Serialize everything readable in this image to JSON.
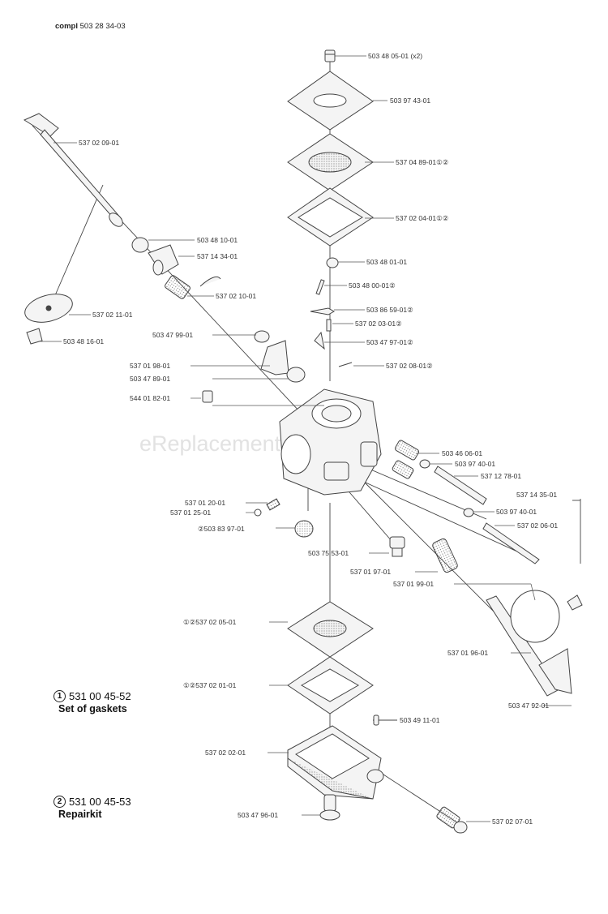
{
  "header": {
    "prefix": "compl",
    "number": "503 28 34-03"
  },
  "watermark": "eReplacementParts.com",
  "kits": [
    {
      "badge": "1",
      "number": "531 00 45-52",
      "description": "Set of gaskets"
    },
    {
      "badge": "2",
      "number": "531 00 45-53",
      "description": "Repairkit"
    }
  ],
  "labels": [
    "503 48 05-01 (x2)",
    "503 97 43-01",
    "537 04 89-01①②",
    "537 02 04-01①②",
    "503 48 01-01",
    "503 48 00-01②",
    "503 86 59-01②",
    "537 02 03-01②",
    "503 47 97-01②",
    "537 02 09-01",
    "503 48 10-01",
    "537 14 34-01",
    "537 02 10-01",
    "537 02 11-01",
    "503 48 16-01",
    "503 47 99-01",
    "537 01 98-01",
    "503 47 89-01",
    "544 01 82-01",
    "537 02 08-01②",
    "503 46 06-01",
    "503 97 40-01",
    "537 12 78-01",
    "537 14 35-01",
    "503 97 40-01",
    "537 02 06-01",
    "537 01 20-01",
    "537 01 25-01",
    "②503 83 97-01",
    "503 75 53-01",
    "537 01 97-01",
    "537 01 99-01",
    "①②537 02 05-01",
    "537 01 96-01",
    "①②537 02 01-01",
    "503 47 92-01",
    "503 49 11-01",
    "537 02 02-01",
    "503 47 96-01",
    "537 02 07-01"
  ],
  "colors": {
    "line": "#444444",
    "part_fill": "#f4f4f4",
    "text": "#333333"
  }
}
